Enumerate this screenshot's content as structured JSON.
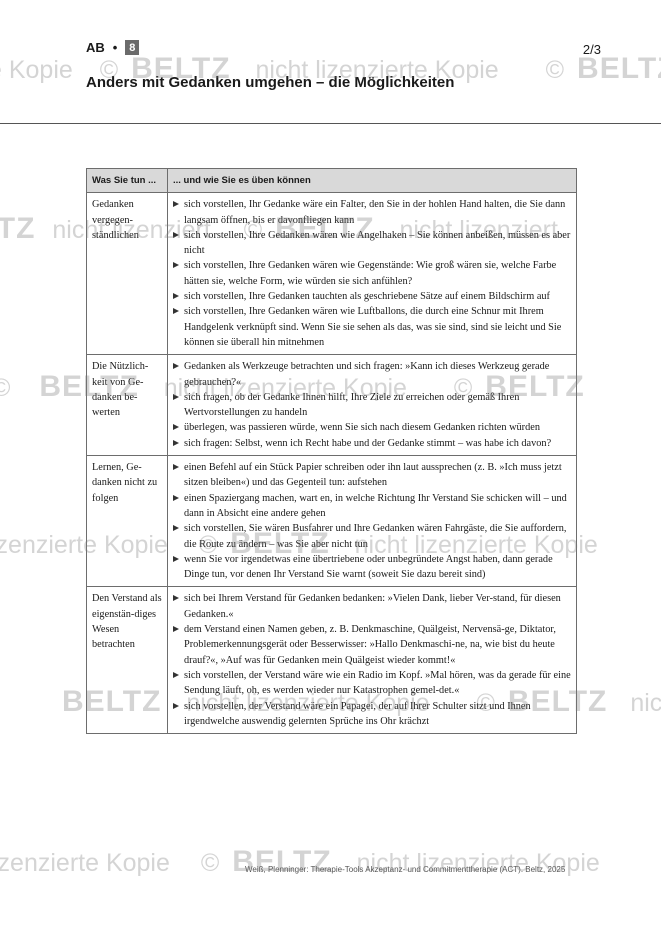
{
  "header": {
    "label": "AB",
    "dot": "•",
    "badge": "8",
    "page_number": "2/3",
    "title": "Anders mit Gedanken umgehen – die Möglichkeiten"
  },
  "table": {
    "headers": [
      "Was Sie tun ...",
      "... und wie Sie es üben können"
    ],
    "rows": [
      {
        "label": "Gedanken vergegen-ständlichen",
        "items": [
          "sich vorstellen, Ihr Gedanke wäre ein Falter, den Sie in der hohlen Hand halten, die Sie dann langsam öffnen, bis er davonfliegen kann",
          "sich vorstellen, Ihre Gedanken wären wie Angelhaken – Sie können anbeißen, müssen es aber nicht",
          "sich vorstellen, Ihre Gedanken wären wie Gegenstände: Wie groß wären sie, welche Farbe hätten sie, welche Form, wie würden sie sich anfühlen?",
          "sich vorstellen, Ihre Gedanken tauchten als geschriebene Sätze auf einem Bildschirm auf",
          "sich vorstellen, Ihre Gedanken wären wie Luftballons, die durch eine Schnur mit Ihrem Handgelenk verknüpft sind. Wenn Sie sie sehen als das, was sie sind, sind sie leicht und Sie können sie überall hin mitnehmen"
        ]
      },
      {
        "label": "Die Nützlich-keit von Ge-danken be-werten",
        "items": [
          "Gedanken als Werkzeuge betrachten und sich fragen: »Kann ich dieses Werkzeug gerade gebrauchen?«",
          "sich fragen, ob der Gedanke Ihnen hilft, Ihre Ziele zu erreichen oder gemäß Ihren Wertvorstellungen zu handeln",
          "überlegen, was passieren würde, wenn Sie sich nach diesem Gedanken richten würden",
          "sich fragen: Selbst, wenn ich Recht habe und der Gedanke stimmt – was habe ich davon?"
        ]
      },
      {
        "label": "Lernen, Ge-danken nicht zu folgen",
        "items": [
          "einen Befehl auf ein Stück Papier schreiben oder ihn laut aussprechen (z. B. »Ich muss jetzt sitzen bleiben«) und das Gegenteil tun: aufstehen",
          "einen Spaziergang machen, wart en, in welche Richtung Ihr Verstand Sie schicken will – und dann in Absicht eine andere gehen",
          "sich vorstellen, Sie wären Busfahrer und Ihre Gedanken wären Fahrgäste, die Sie auffordern, die Route zu ändern – was Sie aber nicht tun",
          "wenn Sie vor irgendetwas eine übertriebene oder unbegründete Angst haben, dann gerade Dinge tun, vor denen Ihr Verstand Sie warnt (soweit Sie dazu bereit sind)"
        ]
      },
      {
        "label": "Den Verstand als eigenstän-diges Wesen betrachten",
        "items": [
          "sich bei Ihrem Verstand für Gedanken bedanken: »Vielen Dank, lieber Ver-stand, für diesen Gedanken.«",
          "dem Verstand einen Namen geben, z. B. Denkmaschine, Quälgeist, Nervensä-ge, Diktator, Problemerkennungsgerät oder Besserwisser: »Hallo Denkmaschi-ne, na, wie bist du heute drauf?«, »Auf was für Gedanken mein Quälgeist wieder kommt!«",
          "sich vorstellen, der Verstand wäre wie ein Radio im Kopf. »Mal hören, was da gerade für eine Sendung läuft, oh, es werden wieder nur Katastrophen gemel-det.«",
          "sich vorstellen, der Verstand wäre ein Papagei, der auf Ihrer Schulter sitzt und Ihnen irgendwelche auswendig gelernten Sprüche ins Ohr krächzt"
        ]
      }
    ]
  },
  "footer": {
    "text": "Weiß, Plenninger: Therapie-Tools Akzeptanz- und Commitmenttherapie (ACT). Beltz, 2025"
  },
  "watermark": {
    "copy_text": "nicht lizenzierte Kopie",
    "copyright": "©",
    "logo": "BELTZ",
    "fragment_kopie": "e Kopie",
    "fragment_nicht": "nicht lizenziert",
    "fragment_lizenziert": "nicht lizenziert",
    "fragment_zierte": "izenzierte Kopie",
    "fragment_nicht_short": "nicht"
  }
}
